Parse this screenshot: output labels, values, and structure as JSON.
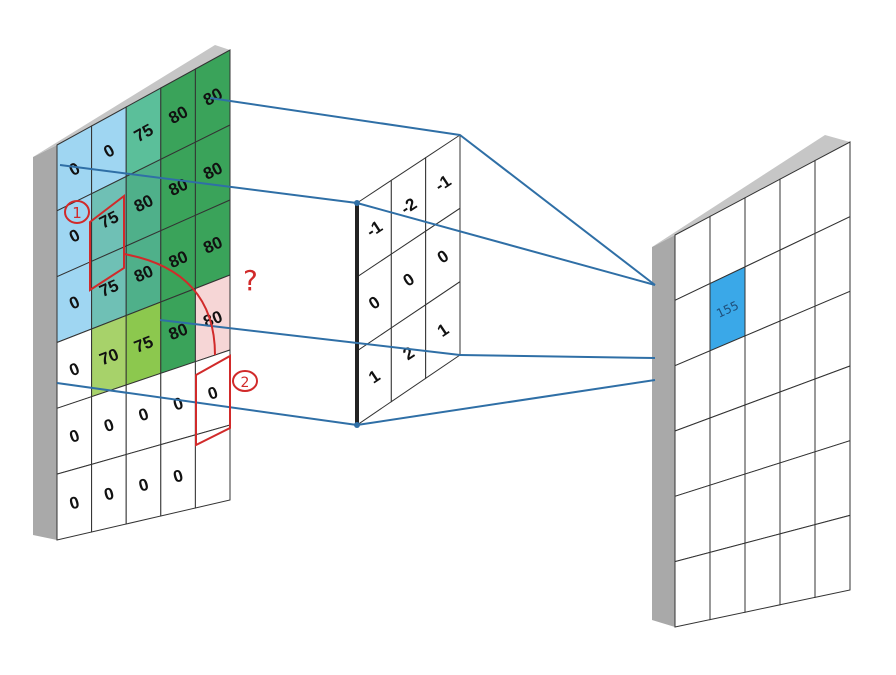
{
  "input_grid": {
    "rows": [
      [
        "0",
        "0",
        "75",
        "80",
        "80"
      ],
      [
        "0",
        "75",
        "80",
        "80",
        "80"
      ],
      [
        "0",
        "75",
        "80",
        "80",
        "80"
      ],
      [
        "0",
        "70",
        "75",
        "80",
        "80"
      ],
      [
        "0",
        "0",
        "0",
        "0",
        "0"
      ],
      [
        "0",
        "0",
        "0",
        "0",
        ""
      ]
    ],
    "colors": [
      [
        "#9fd6f2",
        "#9fd6f2",
        "#5bbf9a",
        "#3aa35a",
        "#3aa35a"
      ],
      [
        "#9fd6f2",
        "#6fc0b5",
        "#4fb08a",
        "#3aa35a",
        "#3aa35a"
      ],
      [
        "#9fd6f2",
        "#6fc0b5",
        "#4fb08a",
        "#3aa35a",
        "#3aa35a"
      ],
      [
        "#ffffff",
        "#a7d26a",
        "#8cc84e",
        "#3aa35a",
        "#f6d6d6"
      ],
      [
        "#ffffff",
        "#ffffff",
        "#ffffff",
        "#ffffff",
        "#ffffff"
      ],
      [
        "#ffffff",
        "#ffffff",
        "#ffffff",
        "#ffffff",
        "#ffffff"
      ]
    ]
  },
  "kernel": {
    "rows": [
      [
        "-1",
        "-2",
        "-1"
      ],
      [
        "0",
        "0",
        "0"
      ],
      [
        "1",
        "2",
        "1"
      ]
    ]
  },
  "output_grid": {
    "highlight_value": "155",
    "highlight_color": "#3aa8e8"
  },
  "annotations": {
    "label_1": "1",
    "label_2": "2",
    "question": "?"
  },
  "colors": {
    "line": "#2f6fa6",
    "frame": "#a9a9a9",
    "annotation": "#d12a2a"
  }
}
